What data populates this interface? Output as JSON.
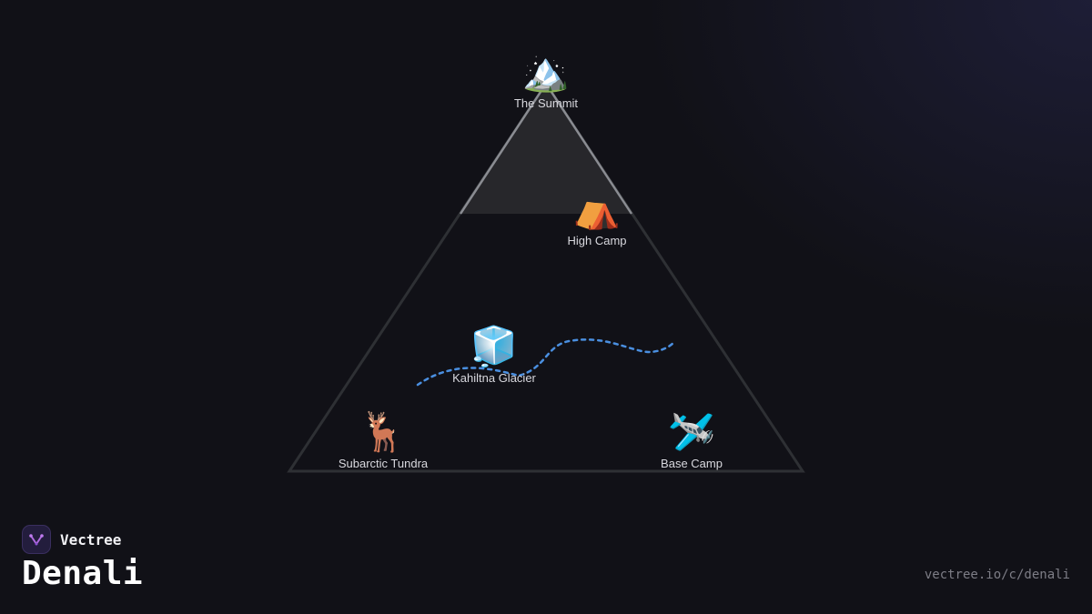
{
  "brand": {
    "name": "Vectree"
  },
  "title": "Denali",
  "url": "vectree.io/c/denali",
  "colors": {
    "background": "#111117",
    "triangle_stroke": "#2e3034",
    "summit_fill": "#27272b",
    "summit_edge": "#8a8c92",
    "route": "#4a8fe0",
    "label": "#d8d8de"
  },
  "nodes": {
    "summit": {
      "label": "The Summit",
      "icon": "🏔️",
      "icon_name": "mountain-icon"
    },
    "high_camp": {
      "label": "High Camp",
      "icon": "⛺",
      "icon_name": "tent-icon"
    },
    "glacier": {
      "label": "Kahiltna Glacier",
      "icon": "🧊",
      "icon_name": "ice-cube-icon"
    },
    "tundra": {
      "label": "Subarctic Tundra",
      "icon": "🦌",
      "icon_name": "deer-icon"
    },
    "base_camp": {
      "label": "Base Camp",
      "icon": "🛩️",
      "icon_name": "airplane-icon"
    }
  }
}
